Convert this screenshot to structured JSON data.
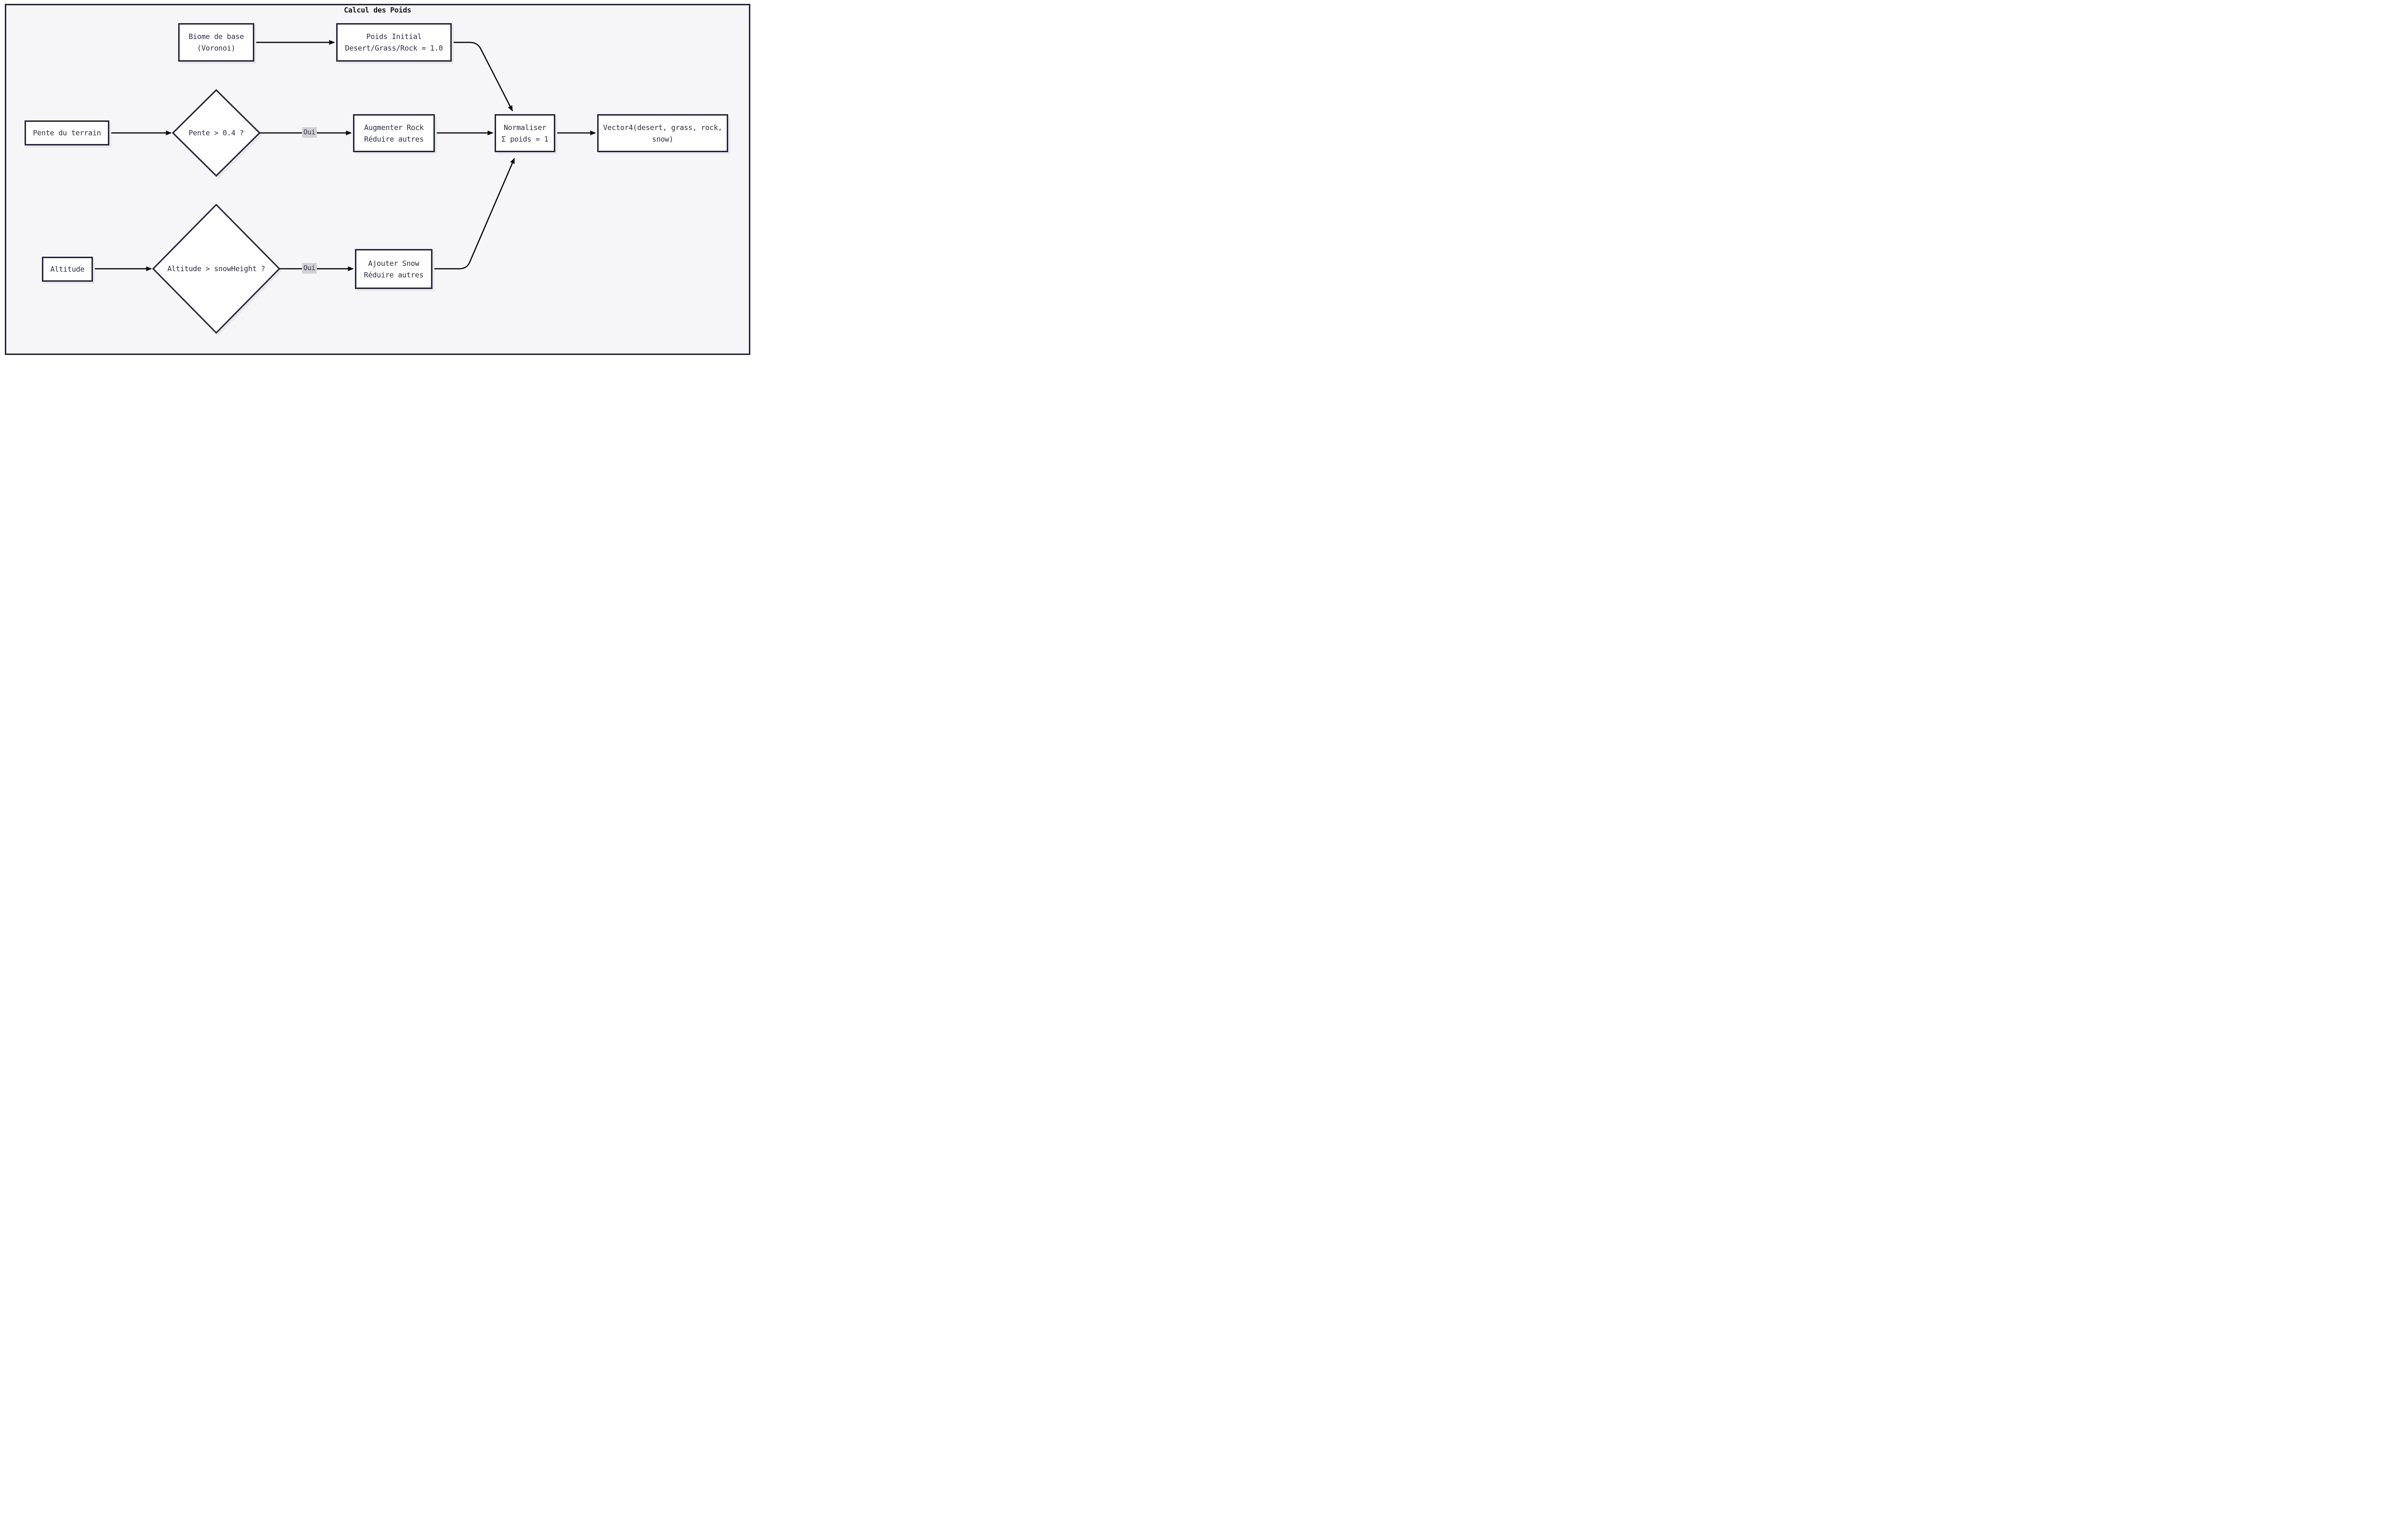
{
  "title": "Calcul des Poids",
  "colors": {
    "frame_border": "#26263a",
    "frame_background": "#f6f6f9",
    "node_fill": "#ffffff",
    "node_border": "#26263a",
    "node_shadow": "#e7e7ec",
    "text": "#2d2d45",
    "arrow": "#0b0b0b",
    "edge_label_background": "#d2d2d5"
  },
  "nodes": {
    "biome": {
      "line1": "Biome de base",
      "line2": "(Voronoi)"
    },
    "poids_initial": {
      "line1": "Poids Initial",
      "line2": "Desert/Grass/Rock = 1.0"
    },
    "pente_terrain": {
      "line1": "Pente du terrain"
    },
    "pente_question": {
      "line1": "Pente > 0.4 ?"
    },
    "augmenter_rock": {
      "line1": "Augmenter Rock",
      "line2": "Réduire autres"
    },
    "normaliser": {
      "line1": "Normaliser",
      "line2": "Σ poids = 1"
    },
    "vector4": {
      "line1": "Vector4(desert, grass, rock,",
      "line2": "snow)"
    },
    "altitude": {
      "line1": "Altitude"
    },
    "altitude_question": {
      "line1": "Altitude > snowHeight ?"
    },
    "ajouter_snow": {
      "line1": "Ajouter Snow",
      "line2": "Réduire autres"
    }
  },
  "edge_labels": {
    "oui_pente": "Oui",
    "oui_altitude": "Oui"
  }
}
